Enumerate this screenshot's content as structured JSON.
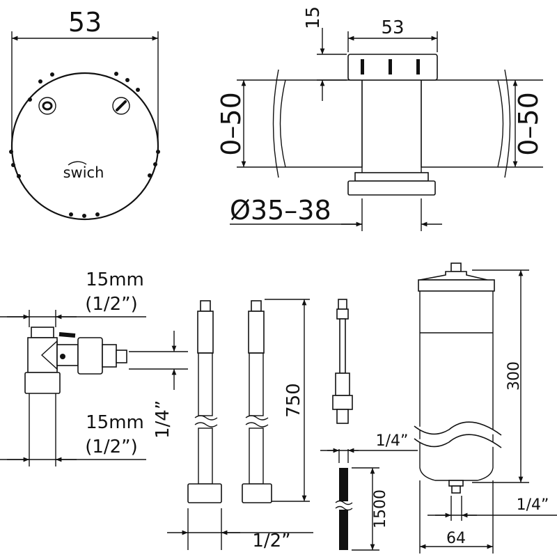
{
  "top_view": {
    "width_label": "53",
    "logo_text": "swich"
  },
  "section_view": {
    "cap_height_label": "15",
    "cap_width_label": "53",
    "thickness_left_label": "0–50",
    "thickness_right_label": "0–50",
    "hole_diameter_label": "Ø35–38"
  },
  "valve": {
    "top_size_label": "15mm",
    "top_size_inch_label": "(1/2”)",
    "bottom_size_label": "15mm",
    "bottom_size_inch_label": "(1/2”)",
    "outlet_label": "1/4”"
  },
  "hoses": {
    "length_label": "750",
    "nut_label": "1/2”"
  },
  "tube": {
    "diameter_label": "1/4”",
    "length_label": "1500"
  },
  "filter": {
    "height_label": "300",
    "width_label": "64",
    "outlet_label": "1/4”"
  }
}
